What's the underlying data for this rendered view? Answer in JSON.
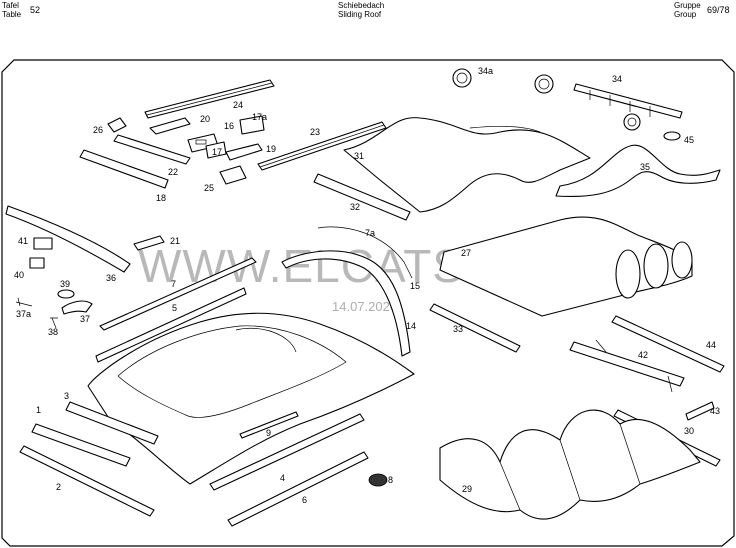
{
  "header": {
    "table_label_de": "Tafel",
    "table_label_en": "Table",
    "table_number": "52",
    "title_de": "Schiebedach",
    "title_en": "Sliding Roof",
    "group_label_de": "Gruppe",
    "group_label_en": "Group",
    "group_number": "69/78"
  },
  "watermark": {
    "site": "WWW.ELCATS.RU",
    "date": "14.07.2026"
  },
  "callouts": [
    "1",
    "2",
    "3",
    "4",
    "5",
    "6",
    "7",
    "7a",
    "8",
    "9",
    "14",
    "15",
    "16",
    "17",
    "17a",
    "18",
    "19",
    "20",
    "21",
    "22",
    "23",
    "24",
    "25",
    "26",
    "27",
    "29",
    "30",
    "31",
    "32",
    "33",
    "34",
    "34a",
    "35",
    "36",
    "37",
    "37a",
    "38",
    "39",
    "40",
    "41",
    "42",
    "43",
    "44",
    "45"
  ]
}
